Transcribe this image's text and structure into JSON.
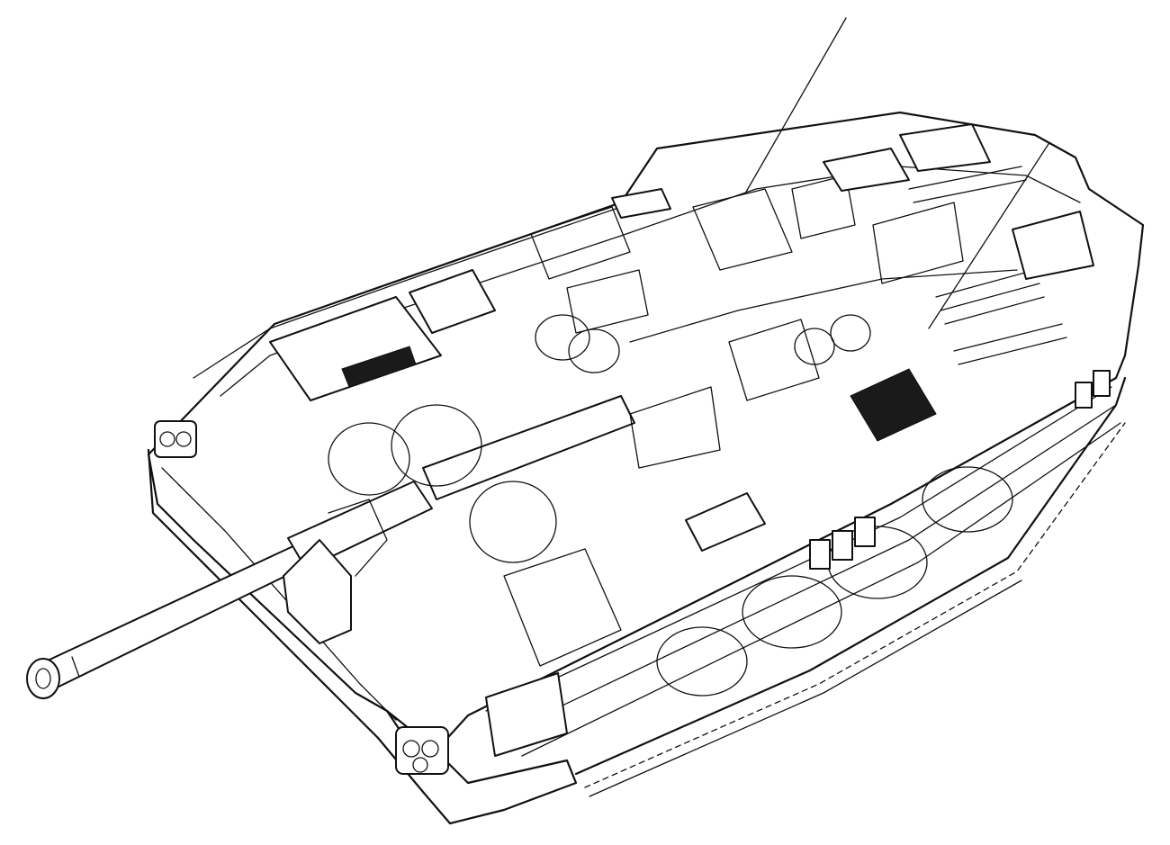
{
  "diagram": {
    "kind": "cutaway-line-drawing",
    "subject_icon": "tank-cutaway-illustration",
    "ink_color": "#111111",
    "paper_color": "#ffffff",
    "callout_leaders": 2,
    "text_labels": []
  }
}
